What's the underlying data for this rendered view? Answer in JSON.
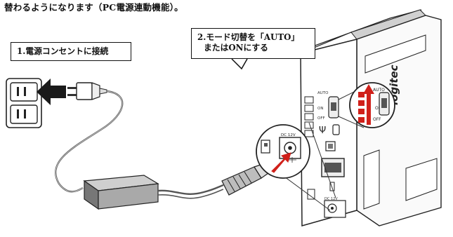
{
  "caption": "替わるようになります（PC電源連動機能）。",
  "step1_label": "1.電源コンセントに接続",
  "step2_line1": "2.モード切替を「AUTO」",
  "step2_line2": "またはONにする",
  "brand_logo_text": "logitec",
  "switch_labels": {
    "auto": "AUTO",
    "on": "ON",
    "off": "OFF"
  },
  "port_label": "DC 12V",
  "usb_symbol": "Ψ"
}
